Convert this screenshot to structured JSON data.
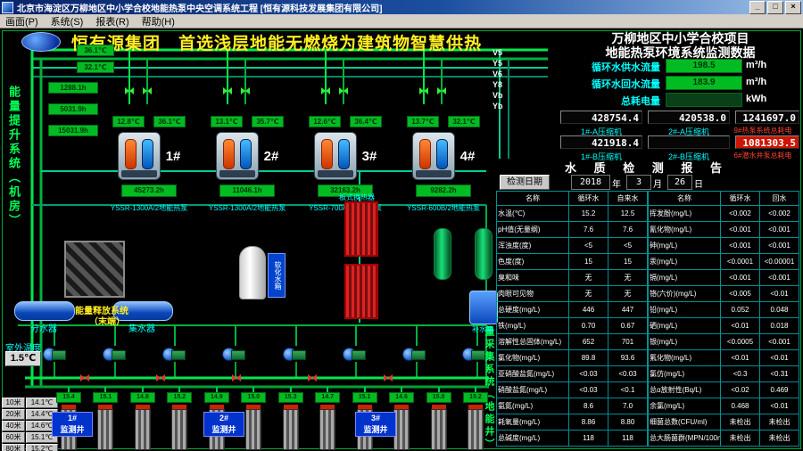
{
  "window": {
    "title": "北京市海淀区万柳地区中小学合校地能热泵中央空调系统工程 [恒有源科技发展集团有限公司]",
    "menu": [
      "画面(P)",
      "系统(S)",
      "报表(R)",
      "帮助(H)"
    ],
    "controls": {
      "minimize": "_",
      "maximize": "□",
      "close": "×"
    }
  },
  "header": {
    "main_title": "恒有源集团　首选浅层地能无燃烧为建筑物智慧供热",
    "project_title_1": "万柳地区中小学合校项目",
    "project_title_2": "地能热泵环境系统监测数据"
  },
  "metrics": {
    "supply": {
      "label": "循环水供水流量",
      "value": "198.5",
      "unit": "m³/h"
    },
    "return": {
      "label": "循环水回水流量",
      "value": "183.9",
      "unit": "m³/h"
    },
    "energy": {
      "label": "总耗电量",
      "value": "",
      "unit": "kWh"
    }
  },
  "counters": {
    "c1": {
      "value": "428754.4",
      "label": "1#-A压缩机"
    },
    "c2": {
      "value": "420538.0",
      "label": "2#-A压缩机"
    },
    "c3": {
      "value": "1241697.0",
      "label": "9#热泵系统总耗电"
    },
    "c4": {
      "value": "421918.4",
      "label": "1#-B压缩机"
    },
    "c5": {
      "value": "",
      "label": "2#-B压缩机"
    },
    "c6": {
      "value": "1081303.5",
      "label": "6#潜水井泵总耗电"
    }
  },
  "vy_labels": [
    "V5",
    "Y5",
    "V6",
    "Y8",
    "Vb",
    "Yb"
  ],
  "pipe_displays": {
    "supply_temp": "36.1℃",
    "return_temp": "32.1℃",
    "hours_1": "1288.1h",
    "hours_2": "5031.9h",
    "hours_3": "15031.9h"
  },
  "units": [
    {
      "id": "1#",
      "model": "YSSR-1300A/2地能热泵",
      "hours": "45273.2h",
      "t_in": "12.8℃",
      "t_out": "36.1℃"
    },
    {
      "id": "2#",
      "model": "YSSR-1300A/2地能热泵",
      "hours": "11046.1h",
      "t_in": "13.1℃",
      "t_out": "35.7℃"
    },
    {
      "id": "3#",
      "model": "YSSR-700A/2地能热泵",
      "hours": "32163.2h",
      "t_in": "12.6℃",
      "t_out": "36.4℃"
    },
    {
      "id": "4#",
      "model": "YSSR-600B/2地能热泵",
      "hours": "9282.2h",
      "t_in": "13.7℃",
      "t_out": "32.1℃"
    }
  ],
  "labels": {
    "energy_lift": "能量提升系统（机房）",
    "energy_collect": "能量采集系统（地能井）",
    "energy_release": "能量释放系统",
    "energy_release_2": "（末端）",
    "splitter": "分水器",
    "collector": "集水器",
    "soft_tank": "软化水箱",
    "makeup_tank": "补水箱",
    "hx": "板式换热器",
    "outdoor_label": "室外温度",
    "outdoor_value": "1.5℃"
  },
  "depths": [
    {
      "d": "10米",
      "t": "14.1℃"
    },
    {
      "d": "20米",
      "t": "14.4℃"
    },
    {
      "d": "40米",
      "t": "14.6℃"
    },
    {
      "d": "60米",
      "t": "15.1℃"
    },
    {
      "d": "80米",
      "t": "15.2℃"
    }
  ],
  "wells": {
    "groups": [
      {
        "no": "1#",
        "name": "监测井"
      },
      {
        "no": "2#",
        "name": "监测井"
      },
      {
        "no": "3#",
        "name": "监测井"
      }
    ],
    "temps": [
      "15.4",
      "15.1",
      "14.8",
      "15.2",
      "14.9",
      "15.0",
      "15.3",
      "14.7",
      "15.1",
      "14.6",
      "15.0",
      "15.2"
    ]
  },
  "water": {
    "title": "水 质 检 测 报 告",
    "date_label": "检测日期",
    "year": "2018",
    "year_unit": "年",
    "month": "3",
    "month_unit": "月",
    "day": "26",
    "day_unit": "日",
    "left": {
      "headers": [
        "名称",
        "循环水",
        "自来水"
      ],
      "rows": [
        [
          "水温(℃)",
          "15.2",
          "12.5"
        ],
        [
          "pH值(无量纲)",
          "7.6",
          "7.6"
        ],
        [
          "浑浊度(度)",
          "<5",
          "<5"
        ],
        [
          "色度(度)",
          "15",
          "15"
        ],
        [
          "臭和味",
          "无",
          "无"
        ],
        [
          "肉眼可见物",
          "无",
          "无"
        ],
        [
          "总硬度(mg/L)",
          "446",
          "447"
        ],
        [
          "铁(mg/L)",
          "0.70",
          "0.67"
        ],
        [
          "溶解性总固体(mg/L)",
          "652",
          "701"
        ],
        [
          "氯化物(mg/L)",
          "89.8",
          "93.6"
        ],
        [
          "亚硝酸盐氮(mg/L)",
          "<0.03",
          "<0.03"
        ],
        [
          "硝酸盐氮(mg/L)",
          "<0.03",
          "<0.1"
        ],
        [
          "氨氮(mg/L)",
          "8.6",
          "7.0"
        ],
        [
          "耗氧量(mg/L)",
          "8.86",
          "8.80"
        ],
        [
          "总碱度(mg/L)",
          "118",
          "118"
        ]
      ]
    },
    "right": {
      "headers": [
        "名称",
        "循环水",
        "回水"
      ],
      "rows": [
        [
          "挥发酚(mg/L)",
          "<0.002",
          "<0.002"
        ],
        [
          "氰化物(mg/L)",
          "<0.001",
          "<0.001"
        ],
        [
          "砷(mg/L)",
          "<0.001",
          "<0.001"
        ],
        [
          "汞(mg/L)",
          "<0.0001",
          "<0.00001"
        ],
        [
          "镉(mg/L)",
          "<0.001",
          "<0.001"
        ],
        [
          "铬(六价)(mg/L)",
          "<0.005",
          "<0.01"
        ],
        [
          "铅(mg/L)",
          "0.052",
          "0.048"
        ],
        [
          "硒(mg/L)",
          "<0.01",
          "0.018"
        ],
        [
          "银(mg/L)",
          "<0.0005",
          "<0.001"
        ],
        [
          "氟化物(mg/L)",
          "<0.01",
          "<0.01"
        ],
        [
          "氯仿(mg/L)",
          "<0.3",
          "<0.31"
        ],
        [
          "总α放射性(Bq/L)",
          "<0.02",
          "0.469"
        ],
        [
          "余氯(mg/L)",
          "0.468",
          "<0.01"
        ],
        [
          "细菌总数(CFU/ml)",
          "未检出",
          "未检出"
        ],
        [
          "总大肠菌群(MPN/100mL)",
          "未检出",
          "未检出"
        ]
      ]
    }
  }
}
